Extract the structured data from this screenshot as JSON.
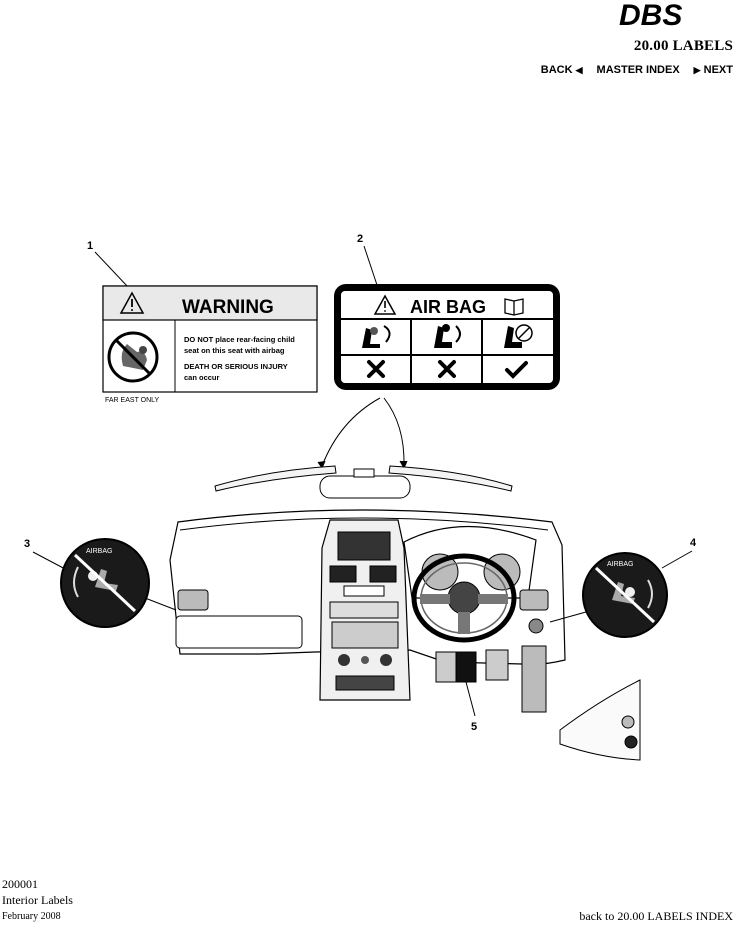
{
  "header": {
    "brand": "DBS",
    "section": "20.00 LABELS",
    "nav": {
      "back": "BACK",
      "master_index": "MASTER INDEX",
      "next": "NEXT"
    }
  },
  "labels": {
    "warning": {
      "callout": "1",
      "title": "WARNING",
      "line1": "DO NOT place rear-facing child",
      "line2": "seat on this seat with airbag",
      "line3": "DEATH OR SERIOUS INJURY",
      "line4": "can occur",
      "region_note": "FAR EAST ONLY"
    },
    "airbag": {
      "callout": "2",
      "title": "AIR BAG"
    },
    "disc_left": {
      "callout": "3",
      "text": "AIRBAG"
    },
    "disc_right": {
      "callout": "4",
      "text": "AIRBAG"
    },
    "pedal": {
      "callout": "5"
    }
  },
  "footer": {
    "id": "200001",
    "title": "Interior Labels",
    "date": "February 2008",
    "back_link": "back to 20.00 LABELS INDEX"
  }
}
